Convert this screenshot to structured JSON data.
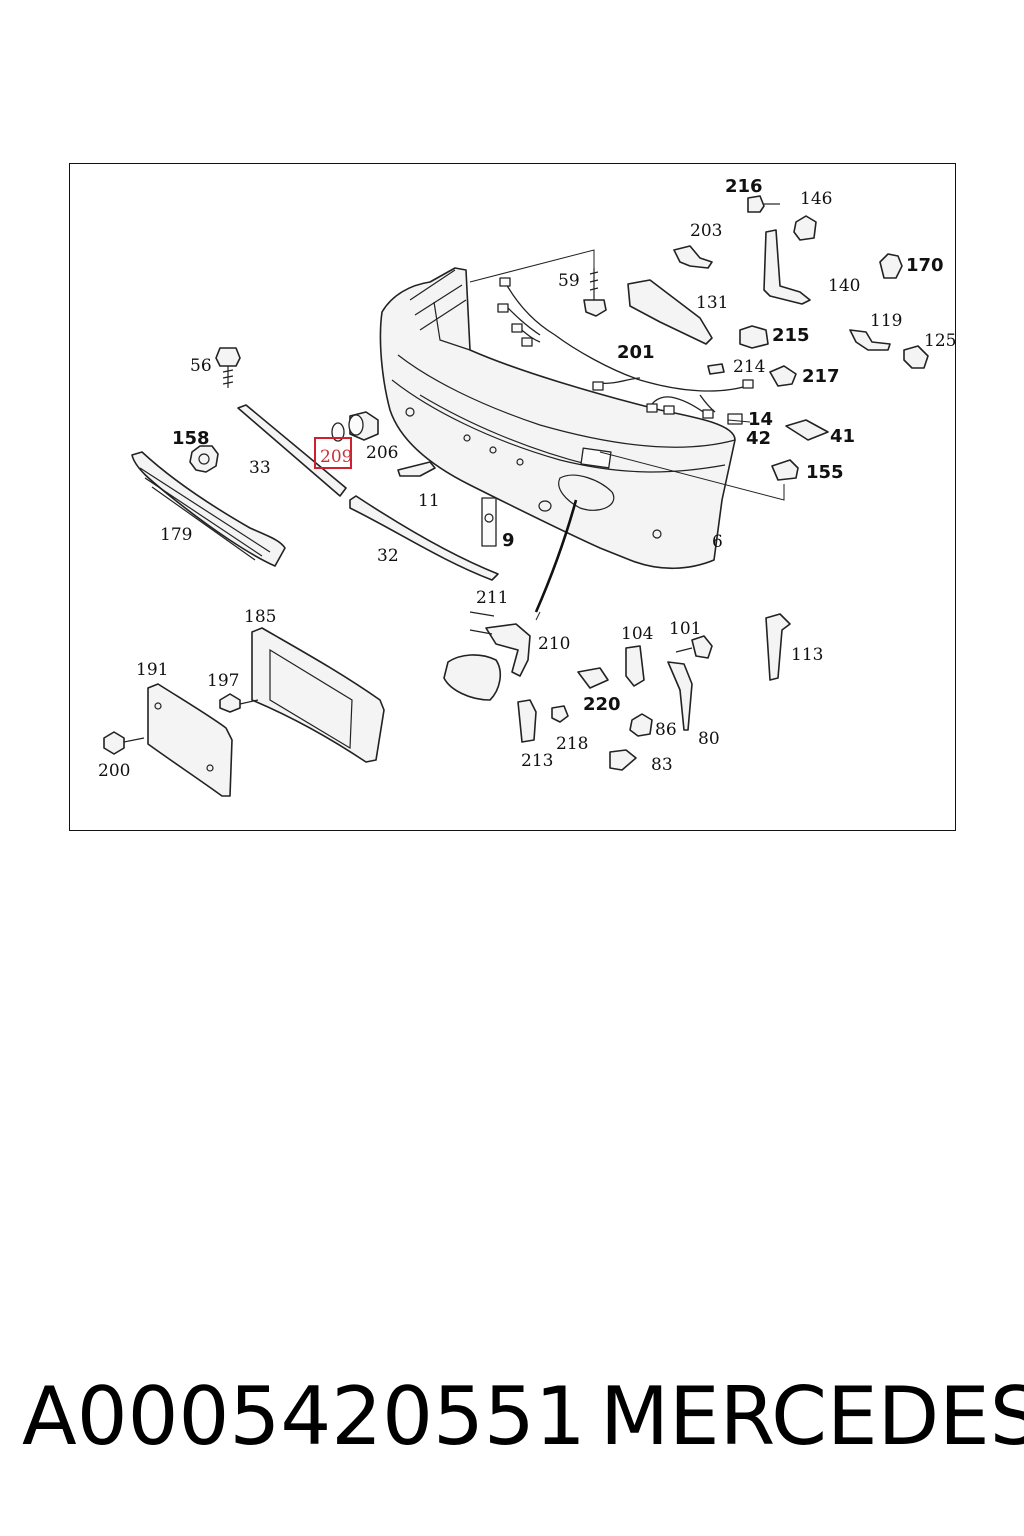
{
  "highlight": {
    "label": "209",
    "color": "#d0202f"
  },
  "callouts": [
    {
      "id": "216",
      "label": "216",
      "bold": true
    },
    {
      "id": "146",
      "label": "146",
      "bold": false
    },
    {
      "id": "203",
      "label": "203",
      "bold": false
    },
    {
      "id": "170",
      "label": "170",
      "bold": true
    },
    {
      "id": "59",
      "label": "59",
      "bold": false
    },
    {
      "id": "131",
      "label": "131",
      "bold": false
    },
    {
      "id": "140",
      "label": "140",
      "bold": false
    },
    {
      "id": "215",
      "label": "215",
      "bold": true
    },
    {
      "id": "119",
      "label": "119",
      "bold": false
    },
    {
      "id": "125",
      "label": "125",
      "bold": false
    },
    {
      "id": "56",
      "label": "56",
      "bold": false
    },
    {
      "id": "201",
      "label": "201",
      "bold": true
    },
    {
      "id": "214",
      "label": "214",
      "bold": false
    },
    {
      "id": "217",
      "label": "217",
      "bold": true
    },
    {
      "id": "14",
      "label": "14",
      "bold": true
    },
    {
      "id": "42",
      "label": "42",
      "bold": true
    },
    {
      "id": "41",
      "label": "41",
      "bold": true
    },
    {
      "id": "158",
      "label": "158",
      "bold": true
    },
    {
      "id": "206",
      "label": "206",
      "bold": false
    },
    {
      "id": "33",
      "label": "33",
      "bold": false
    },
    {
      "id": "155",
      "label": "155",
      "bold": true
    },
    {
      "id": "11",
      "label": "11",
      "bold": false
    },
    {
      "id": "179",
      "label": "179",
      "bold": false
    },
    {
      "id": "9",
      "label": "9",
      "bold": true
    },
    {
      "id": "6",
      "label": "6",
      "bold": false
    },
    {
      "id": "32",
      "label": "32",
      "bold": false
    },
    {
      "id": "211",
      "label": "211",
      "bold": false
    },
    {
      "id": "185",
      "label": "185",
      "bold": false
    },
    {
      "id": "210",
      "label": "210",
      "bold": false
    },
    {
      "id": "104",
      "label": "104",
      "bold": false
    },
    {
      "id": "101",
      "label": "101",
      "bold": false
    },
    {
      "id": "113",
      "label": "113",
      "bold": false
    },
    {
      "id": "191",
      "label": "191",
      "bold": false
    },
    {
      "id": "197",
      "label": "197",
      "bold": false
    },
    {
      "id": "220",
      "label": "220",
      "bold": true
    },
    {
      "id": "86",
      "label": "86",
      "bold": false
    },
    {
      "id": "218",
      "label": "218",
      "bold": false
    },
    {
      "id": "80",
      "label": "80",
      "bold": false
    },
    {
      "id": "213",
      "label": "213",
      "bold": false
    },
    {
      "id": "83",
      "label": "83",
      "bold": false
    },
    {
      "id": "200",
      "label": "200",
      "bold": false
    }
  ],
  "caption": {
    "part_number": "A0005420551",
    "manufacturer": "MERCEDES"
  }
}
